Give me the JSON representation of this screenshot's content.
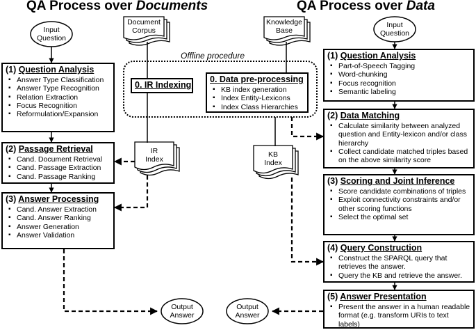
{
  "left_title": {
    "prefix": "QA Process over ",
    "emph": "Documents"
  },
  "right_title": {
    "prefix": "QA Process over ",
    "emph": "Data"
  },
  "nodes": {
    "input_left": {
      "line1": "Input",
      "line2": "Question"
    },
    "input_right": {
      "line1": "Input",
      "line2": "Question"
    },
    "output_left": {
      "line1": "Output",
      "line2": "Answer"
    },
    "output_right": {
      "line1": "Output",
      "line2": "Answer"
    },
    "doc_corpus": {
      "line1": "Document",
      "line2": "Corpus"
    },
    "knowledge_base": {
      "line1": "Knowledge",
      "line2": "Base"
    },
    "ir_index": {
      "line1": "IR",
      "line2": "Index"
    },
    "kb_index": {
      "line1": "KB",
      "line2": "Index"
    }
  },
  "offline": {
    "label": "Offline procedure",
    "ir_indexing": "0. IR Indexing",
    "data_preprocessing": {
      "title": "0. Data pre-processing",
      "items": [
        "KB index generation",
        "Index Entity-Lexicons",
        "Index Class Hierarchies"
      ]
    }
  },
  "left_boxes": [
    {
      "num": "(1) ",
      "name": "Question Analysis",
      "items": [
        "Answer Type Classification",
        "Answer Type Recognition",
        "Relation Extraction",
        "Focus Recognition",
        "Reformulation/Expansion"
      ]
    },
    {
      "num": "(2) ",
      "name": "Passage Retrieval",
      "items": [
        "Cand. Document Retrieval",
        "Cand. Passage Extraction",
        "Cand. Passage Ranking"
      ]
    },
    {
      "num": "(3) ",
      "name": "Answer Processing",
      "items": [
        "Cand. Answer Extraction",
        "Cand. Answer Ranking",
        "Answer Generation",
        "Answer Validation"
      ]
    }
  ],
  "right_boxes": [
    {
      "num": "(1) ",
      "name": "Question Analysis",
      "items": [
        "Part-of-Speech Tagging",
        "Word-chunking",
        "Focus recognition",
        "Semantic labeling"
      ]
    },
    {
      "num": "(2) ",
      "name": "Data Matching",
      "items": [
        "Calculate similarity between analyzed question and Entity-lexicon and/or class hierarchy",
        "Collect candidate matched triples based on the above similarity score"
      ]
    },
    {
      "num": "(3) ",
      "name": "Scoring and Joint Inference",
      "items": [
        "Score candidate combinations of triples",
        "Exploit connectivity constraints and/or other scoring functions",
        "Select the optimal set"
      ]
    },
    {
      "num": "(4) ",
      "name": "Query Construction",
      "items": [
        "Construct the SPARQL query that retrieves the answer.",
        "Query the KB and retrieve the answer."
      ]
    },
    {
      "num": "(5) ",
      "name": "Answer Presentation",
      "items": [
        "Present the answer in a human readable format (e.g. transform URIs to text labels)"
      ]
    }
  ]
}
